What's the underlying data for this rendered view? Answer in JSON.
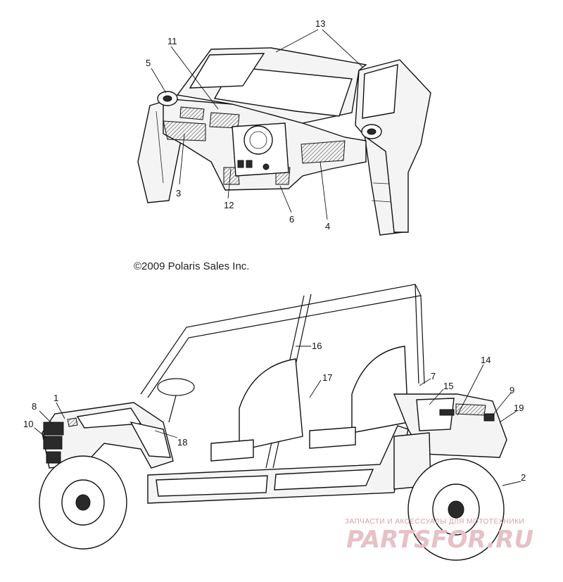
{
  "copyright": "©2009 Polaris Sales Inc.",
  "callouts": [
    "1",
    "2",
    "3",
    "4",
    "5",
    "6",
    "8",
    "9",
    "10",
    "11",
    "12",
    "13",
    "14",
    "15",
    "16",
    "17",
    "18",
    "19",
    "7"
  ],
  "watermark": {
    "tagline": "ЗАПЧАСТИ И АКСЕССУАРЫ ДЛЯ МОТОТЕХНИКИ",
    "brand": "PARTSFOR.RU"
  }
}
